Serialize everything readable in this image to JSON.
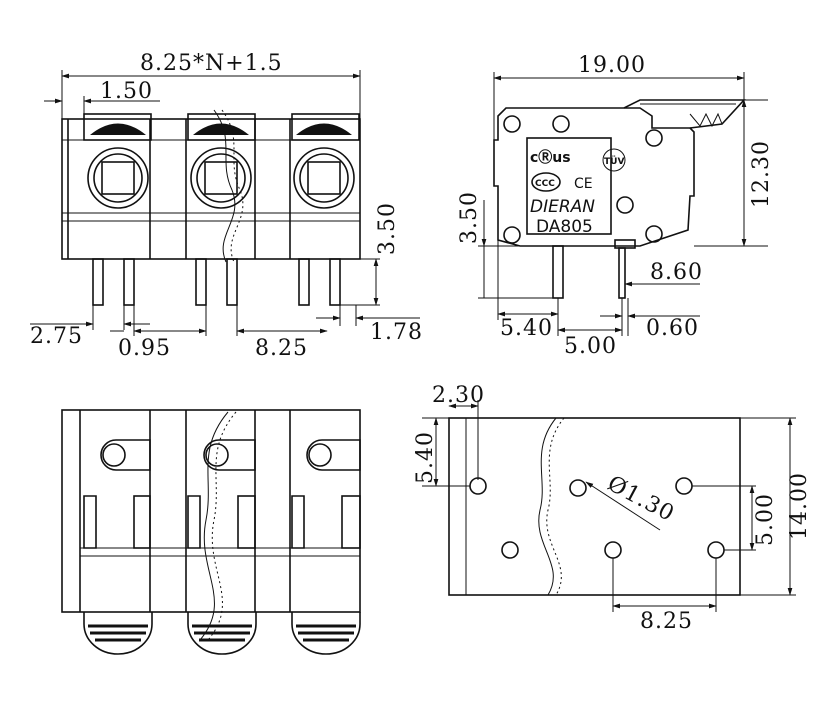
{
  "front_view": {
    "overall_width": "8.25*N+1.5",
    "edge_offset": "1.50",
    "pin_height": "3.50",
    "pin_offset": "2.75",
    "pin_width": "0.95",
    "pitch": "8.25",
    "pin_depth": "1.78"
  },
  "side_view": {
    "width": "19.00",
    "height": "12.30",
    "pin_length": "3.50",
    "pin_spacing_right": "8.60",
    "pin_offset_left": "5.40",
    "pin_spacing": "5.00",
    "pin_thickness": "0.60",
    "brand": "DIERAN",
    "model": "DA805",
    "marks": {
      "ul": "cⓇus",
      "tuv": "TÜV",
      "ccc": "CCC",
      "ce": "CE"
    }
  },
  "pcb_layout": {
    "edge_offset": "2.30",
    "row_offset": "5.40",
    "hole_diameter": "Ø1.30",
    "row_spacing": "5.00",
    "depth": "14.00",
    "pitch": "8.25"
  },
  "colors": {
    "line": "#111111",
    "background": "#ffffff"
  }
}
